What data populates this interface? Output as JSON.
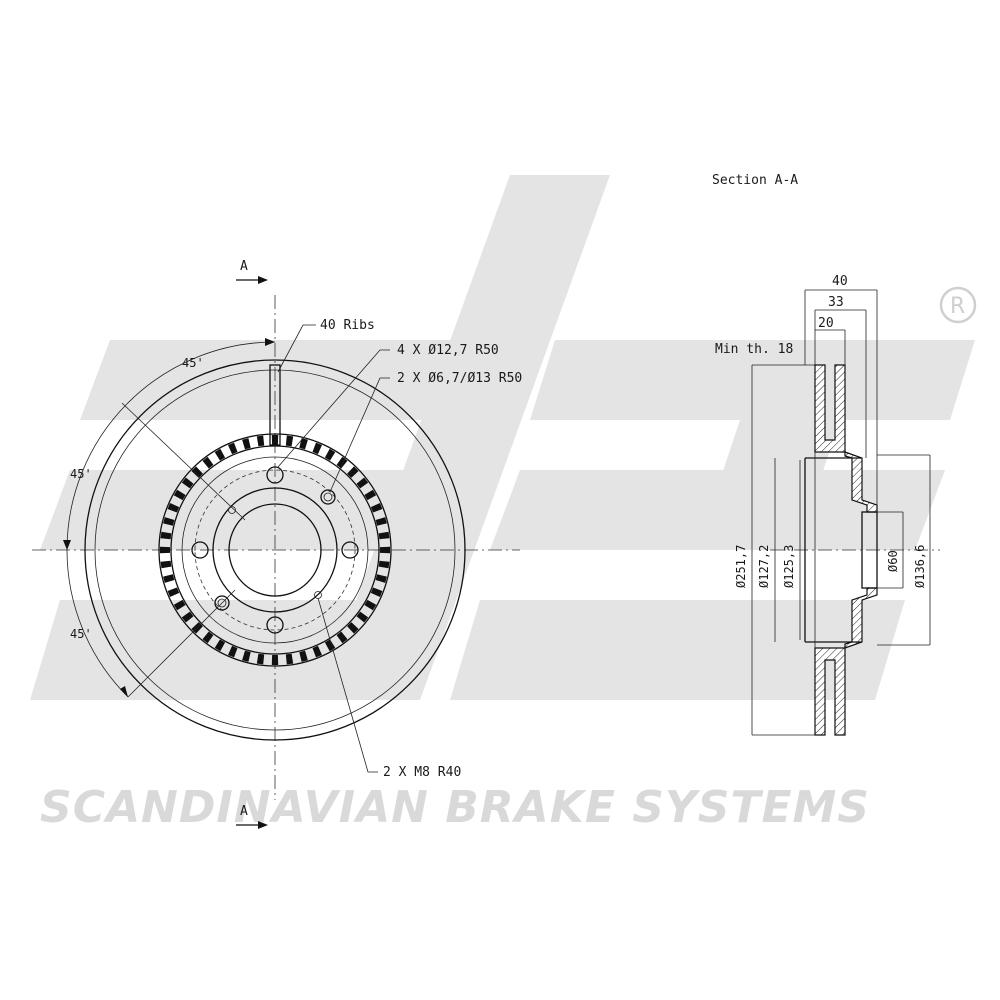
{
  "brand": {
    "tagline": "SCANDINAVIAN BRAKE SYSTEMS",
    "registered_mark": "®",
    "watermark_icon": "sbs-logo-watermark"
  },
  "front_view": {
    "section_marker_top": "A",
    "section_marker_bottom": "A",
    "angle_top": "45'",
    "angle_mid": "45'",
    "angle_bottom": "45'",
    "callouts": {
      "ribs": "40 Ribs",
      "bolt_holes": "4 X Ø12,7   R50",
      "pin_holes": "2 X Ø6,7/Ø13   R50",
      "threaded_holes": "2 X M8   R40"
    }
  },
  "section_view": {
    "title": "Section A-A",
    "min_thickness": "Min th. 18",
    "dims_top": [
      "40",
      "33",
      "20"
    ],
    "dims_left": [
      "Ø251,7",
      "Ø127,2",
      "Ø125,3"
    ],
    "dims_right": [
      "Ø60",
      "Ø136,6"
    ]
  },
  "colors": {
    "line": "#111111",
    "watermark": "#e4e4e4",
    "tagline": "#d9d9d9"
  }
}
